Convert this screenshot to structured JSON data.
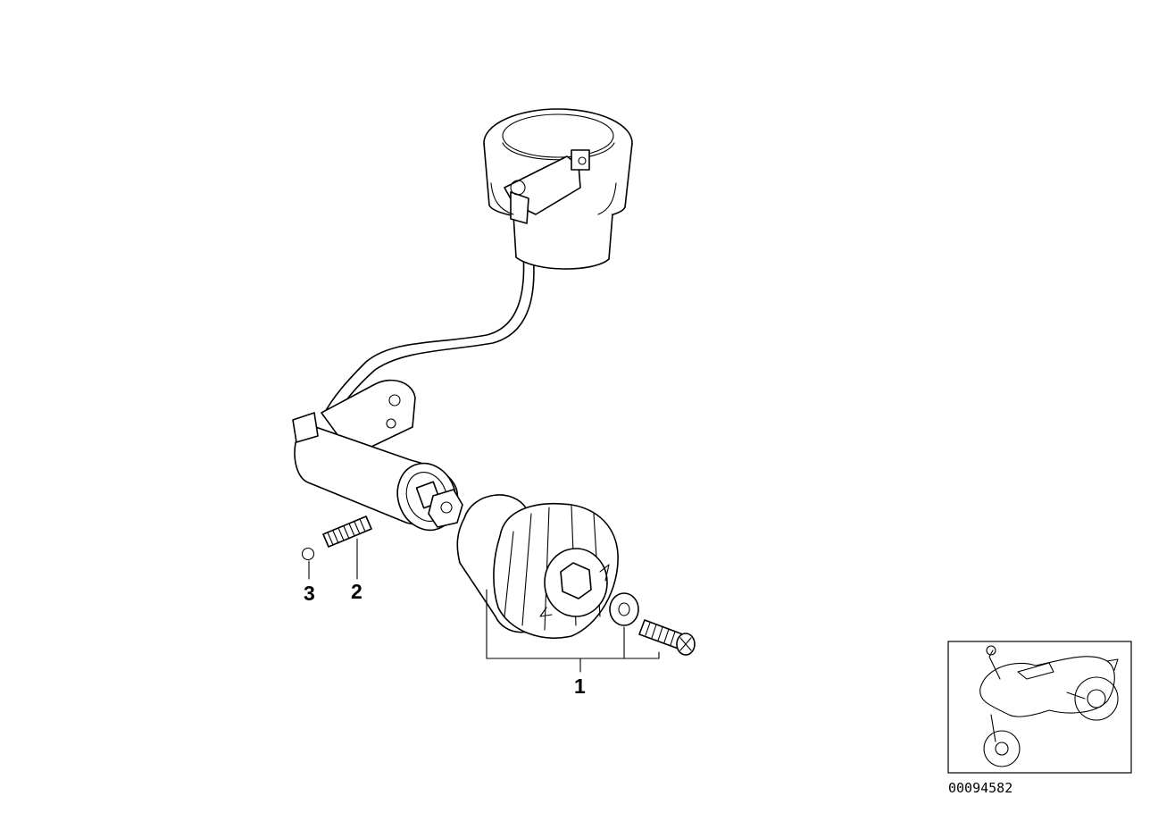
{
  "callouts": {
    "c1": "1",
    "c2": "2",
    "c3": "3"
  },
  "reference_number": "00094582",
  "icons": {
    "reservoir": "brake-fluid-reservoir",
    "cylinder": "master-cylinder",
    "cap": "reservoir-cap",
    "washer": "washer",
    "screw": "screw",
    "spring": "spring",
    "ball": "ball",
    "vehicle": "motorcycle-thumbnail"
  }
}
